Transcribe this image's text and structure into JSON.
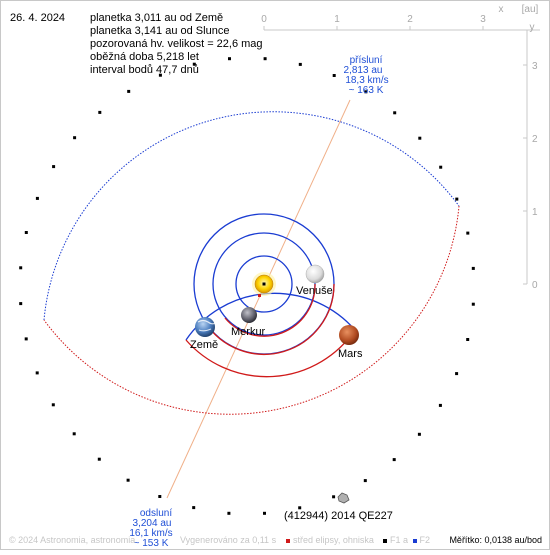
{
  "date": "26. 4. 2024",
  "info": [
    "planetka 3,011 au od Země",
    "planetka 3,141 au od Slunce",
    "pozorovaná hv. velikost = 22,6 mag",
    "oběžná doba 5,218 let",
    "interval bodů 47,7 dnů"
  ],
  "axes": {
    "unit_label": "[au]",
    "x_label": "x",
    "y_label": "y",
    "x_ticks": [
      "0",
      "1",
      "2",
      "3"
    ],
    "y_ticks": [
      "3",
      "2",
      "1",
      "0"
    ]
  },
  "perihelion": {
    "title": "přísluní",
    "distance": "2,813 au",
    "speed": "18,3 km/s",
    "temp": "~ 163 K"
  },
  "aphelion": {
    "title": "odsluní",
    "distance": "3,204 au",
    "speed": "16,1 km/s",
    "temp": "~ 153 K"
  },
  "bodies": {
    "mercury": "Merkur",
    "venus": "Venuše",
    "earth": "Země",
    "mars": "Mars"
  },
  "asteroid_name": "(412944) 2014 QE227",
  "footer": {
    "copyright": "© 2024 Astronomia, astronomia",
    "generated": "Vygenerováno za 0,11 s",
    "legend_center": "střed elipsy, ohniska",
    "f1": "F1 a",
    "f2": "F2",
    "scale": "Měřítko: 0,0138 au/bod"
  },
  "colors": {
    "orbit_above": "#1a3cd2",
    "orbit_below": "#d01a1a",
    "apse_line": "#f0b089",
    "axis": "#c8c8c8",
    "label_blue": "#1f4fd6",
    "sun": "#ffd700",
    "mars": "#c65a2e",
    "venus": "#e6e6e6",
    "earth": "#3d6fb5",
    "mercury": "#6b6b78"
  }
}
